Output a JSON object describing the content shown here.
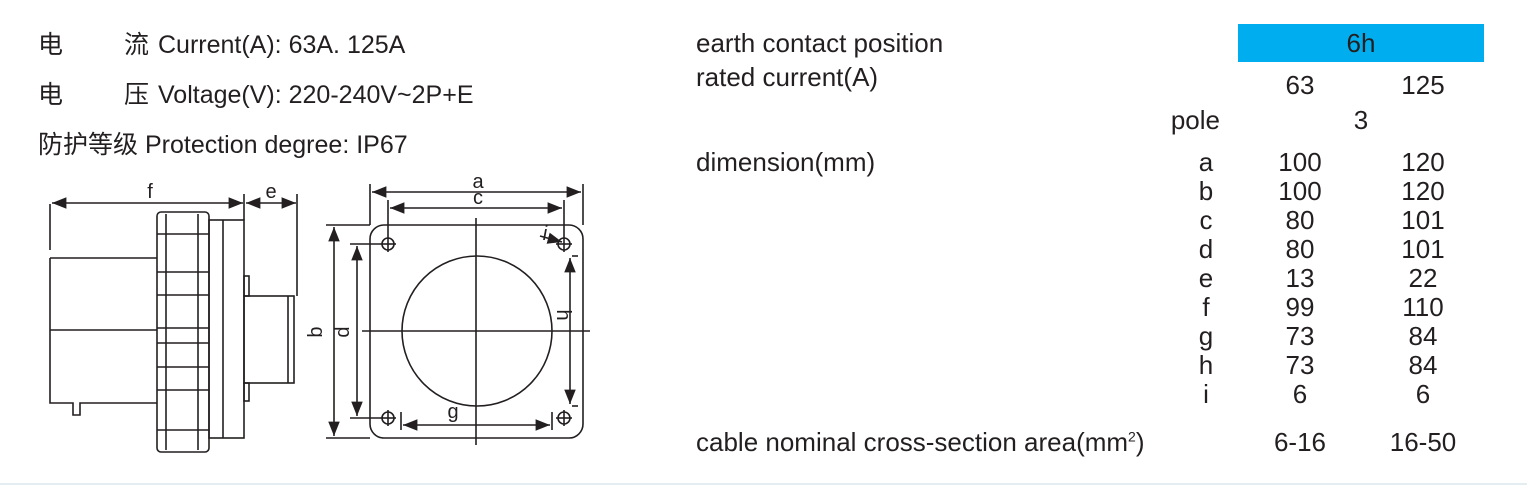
{
  "specs": {
    "current": {
      "cn1": "电",
      "cn2": "流",
      "text": "Current(A): 63A. 125A"
    },
    "voltage": {
      "cn1": "电",
      "cn2": "压",
      "text": "Voltage(V): 220-240V~2P+E"
    },
    "protection": {
      "cn": "防护等级",
      "text": "Protection degree: IP67"
    }
  },
  "drawing_labels": {
    "f": "f",
    "e": "e",
    "a": "a",
    "c": "c",
    "i": "i",
    "b": "b",
    "d": "d",
    "h": "h",
    "g": "g"
  },
  "colors": {
    "highlight": "#00aeef",
    "line": "#231f20"
  },
  "table": {
    "earth_label": "earth contact position",
    "earth_value": "6h",
    "current_label": "rated current(A)",
    "current_values": [
      "63",
      "125"
    ],
    "pole_label": "pole",
    "pole_value": "3",
    "dimension_label": "dimension(mm)",
    "dimension_letters": [
      "a",
      "b",
      "c",
      "d",
      "e",
      "f",
      "g",
      "h",
      "i"
    ],
    "dim_63": [
      "100",
      "100",
      "80",
      "80",
      "13",
      "99",
      "73",
      "73",
      "6"
    ],
    "dim_125": [
      "120",
      "120",
      "101",
      "101",
      "22",
      "110",
      "84",
      "84",
      "6"
    ],
    "cable_label": "cable nominal cross-section area(mm",
    "cable_sup": "2",
    "cable_label_end": ")",
    "cable_values": [
      "6-16",
      "16-50"
    ]
  }
}
